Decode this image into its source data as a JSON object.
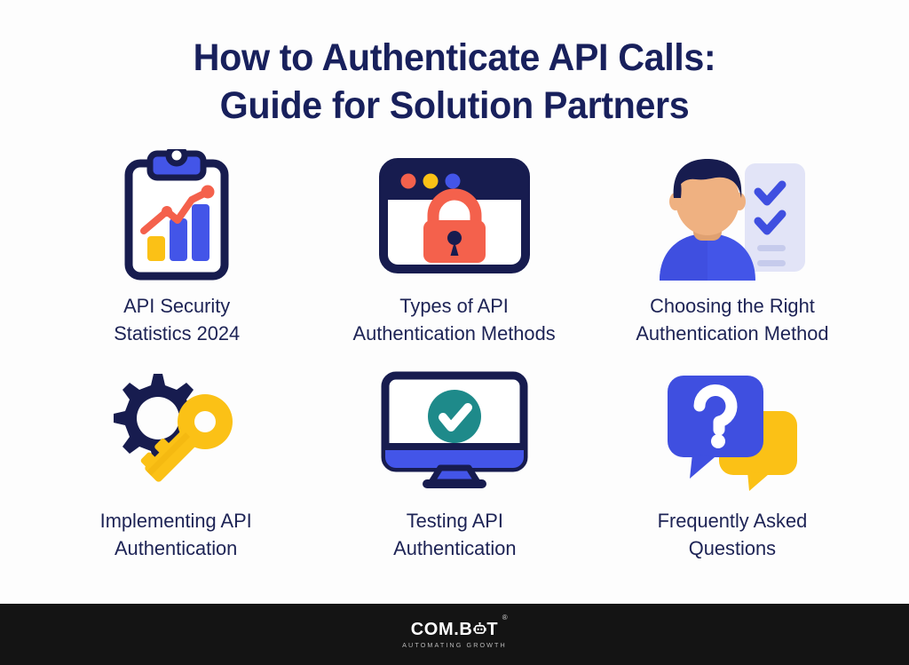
{
  "page": {
    "background_color": "#fdfdfd",
    "title_color": "#18205c",
    "label_color": "#1d2355"
  },
  "title": {
    "line1": "How to Authenticate API Calls:",
    "line2": "Guide for Solution Partners"
  },
  "cards": [
    {
      "icon": "clipboard-chart-icon",
      "label_line1": "API Security",
      "label_line2": "Statistics 2024"
    },
    {
      "icon": "browser-lock-icon",
      "label_line1": "Types of API",
      "label_line2": "Authentication Methods"
    },
    {
      "icon": "person-checklist-icon",
      "label_line1": "Choosing the Right",
      "label_line2": "Authentication Method"
    },
    {
      "icon": "gear-key-icon",
      "label_line1": "Implementing API",
      "label_line2": "Authentication"
    },
    {
      "icon": "monitor-check-icon",
      "label_line1": "Testing API",
      "label_line2": "Authentication"
    },
    {
      "icon": "speech-bubbles-question-icon",
      "label_line1": "Frequently Asked",
      "label_line2": "Questions"
    }
  ],
  "footer": {
    "background_color": "#141414",
    "logo_part1": "COM.B",
    "logo_part2": "T",
    "registered_mark": "®",
    "tagline": "AUTOMATING GROWTH"
  },
  "palette": {
    "navy": "#171c4f",
    "blue": "#4355e8",
    "indigo": "#3f4fe0",
    "coral": "#f4614c",
    "yellow": "#fbc116",
    "teal": "#1e8a8a",
    "lavender": "#e2e4f7",
    "skin": "#efb181",
    "white": "#ffffff"
  }
}
